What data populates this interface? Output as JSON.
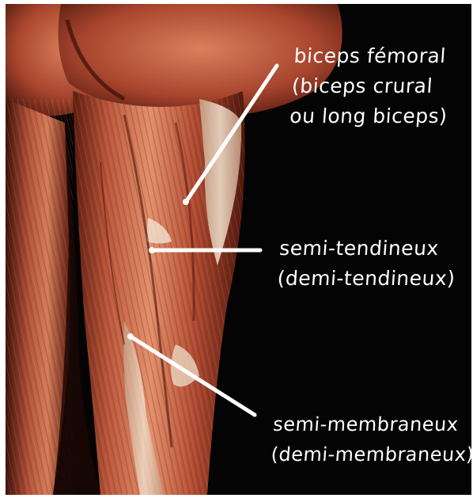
{
  "labels": {
    "biceps": {
      "lines": [
        "biceps fémoral",
        "(biceps crural",
        "ou long biceps)"
      ]
    },
    "semi_tendineux": {
      "lines": [
        "semi-tendineux",
        "(demi-tendineux)"
      ]
    },
    "semi_membraneux": {
      "lines": [
        "semi-membraneux",
        "(demi-membraneux)"
      ]
    }
  },
  "colors": {
    "background": "#050404",
    "muscle_base": "#b8543a",
    "muscle_light": "#e08a66",
    "muscle_dark": "#6e2416",
    "tendon": "#e9d8c2",
    "label_text": "#ffffff",
    "pointer_line": "#ffffff"
  }
}
